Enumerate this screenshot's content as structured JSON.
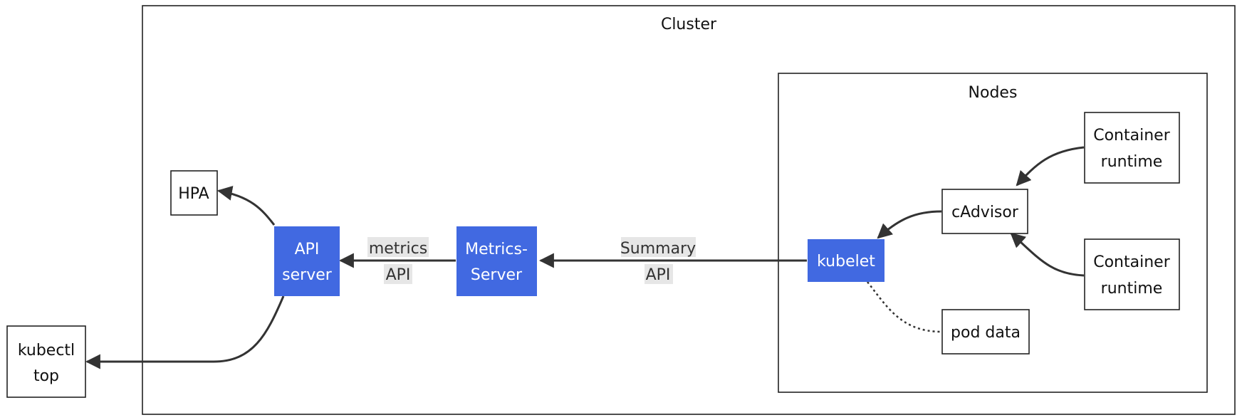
{
  "clusters": {
    "cluster": {
      "label": "Cluster"
    },
    "nodes": {
      "label": "Nodes"
    }
  },
  "nodes": {
    "kubectl_top": {
      "line1": "kubectl",
      "line2": "top"
    },
    "hpa": {
      "label": "HPA"
    },
    "api_server": {
      "line1": "API",
      "line2": "server"
    },
    "metrics_server": {
      "line1": "Metrics-",
      "line2": "Server"
    },
    "kubelet": {
      "label": "kubelet"
    },
    "cadvisor": {
      "label": "cAdvisor"
    },
    "container_runtime_top": {
      "line1": "Container",
      "line2": "runtime"
    },
    "container_runtime_bottom": {
      "line1": "Container",
      "line2": "runtime"
    },
    "pod_data": {
      "label": "pod data"
    }
  },
  "edges": {
    "metrics_api": {
      "line1": "metrics",
      "line2": "API"
    },
    "summary_api": {
      "line1": "Summary",
      "line2": "API"
    }
  },
  "colors": {
    "blue_node": "#4169e1",
    "edge": "#333333",
    "edge_label_bg": "#e6e6e6"
  }
}
